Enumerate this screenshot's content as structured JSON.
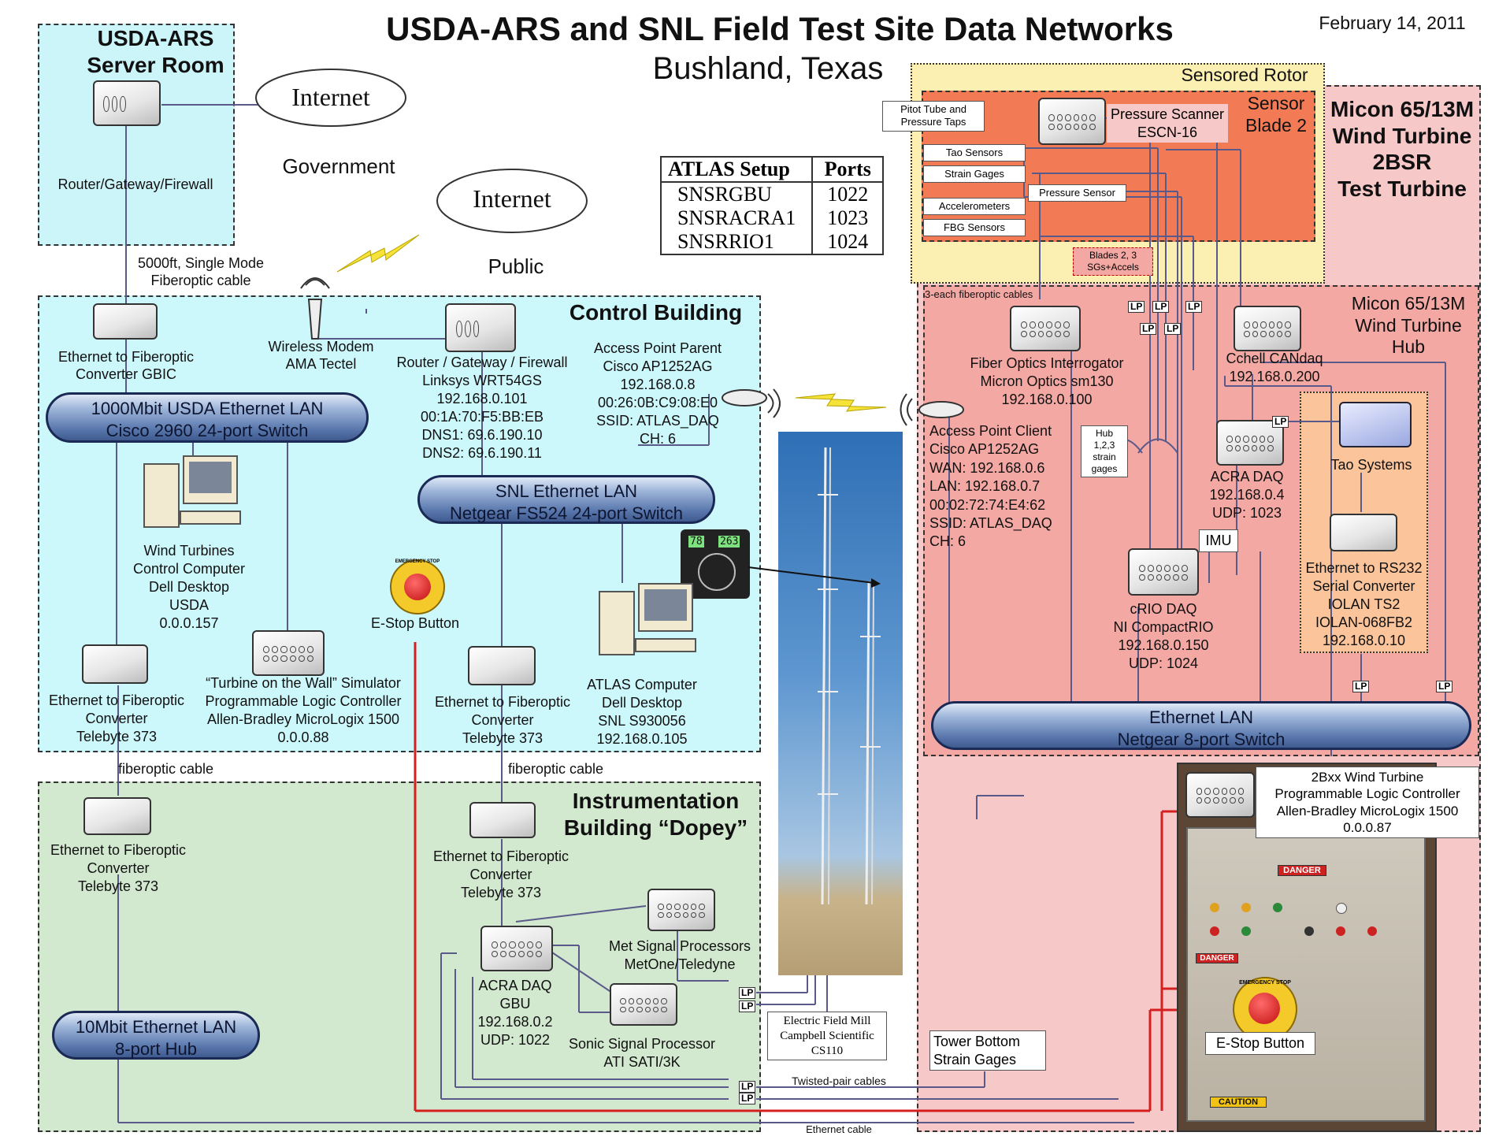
{
  "header": {
    "title": "USDA-ARS and SNL Field Test Site Data Networks",
    "subtitle": "Bushland, Texas",
    "date": "February 14, 2011"
  },
  "zones": {
    "server_room": "USDA-ARS\nServer Room",
    "control_building": "Control Building",
    "instrumentation_building": "Instrumentation\nBuilding “Dopey”",
    "sensored_rotor": "Sensored Rotor",
    "sensor_blade": "Sensor\nBlade 2",
    "test_turbine": "Micon 65/13M\nWind Turbine\n2BSR\nTest Turbine",
    "hub": "Micon 65/13M\nWind Turbine\nHub"
  },
  "clouds": {
    "gov_internet": "Internet",
    "gov_caption": "Government",
    "pub_internet": "Internet",
    "pub_caption": "Public"
  },
  "labels": {
    "router_server": "Router/Gateway/Firewall",
    "fiber_run": "5000ft, Single Mode\nFiberoptic cable",
    "gbic": "Ethernet to Fiberoptic\nConverter GBIC",
    "wireless_modem": "Wireless Modem\nAMA Tectel",
    "router_ctrl": "Router / Gateway / Firewall\nLinksys WRT54GS\n192.168.0.101\n00:1A:70:F5:BB:EB\nDNS1: 69.6.190.10\nDNS2: 69.6.190.11",
    "ap_parent": "Access Point Parent\nCisco AP1252AG\n192.168.0.8\n00:26:0B:C9:08:E0\nSSID: ATLAS_DAQ\nCH: 6",
    "usda_lan": "1000Mbit USDA Ethernet LAN\nCisco 2960 24-port Switch",
    "snl_lan": "SNL Ethernet LAN\nNetgear FS524 24-port Switch",
    "wt_computer": "Wind Turbines\nControl Computer\nDell Desktop\nUSDA\n0.0.0.157",
    "plc_sim": "“Turbine on the Wall” Simulator\nProgrammable Logic Controller\nAllen-Bradley MicroLogix 1500\n0.0.0.88",
    "conv_left": "Ethernet to Fiberoptic\nConverter\nTelebyte 373",
    "estop_ctrl": "E-Stop Button",
    "estop_badge": "EMERGENCY STOP",
    "conv_mid": "Ethernet to Fiberoptic\nConverter\nTelebyte 373",
    "atlas_computer": "ATLAS Computer\nDell Desktop\nSNL S930056\n192.168.0.105",
    "fiber_cable_left": "fiberoptic cable",
    "fiber_cable_mid": "fiberoptic cable",
    "conv_inst_left": "Ethernet to Fiberoptic\nConverter\nTelebyte 373",
    "conv_inst_mid": "Ethernet to Fiberoptic\nConverter\nTelebyte 373",
    "hub_10mbit": "10Mbit Ethernet LAN\n8-port Hub",
    "met_signal": "Met Signal Processors\nMetOne/Teledyne",
    "acra_gbu": "ACRA DAQ\nGBU\n192.168.0.2\nUDP: 1022",
    "sonic": "Sonic Signal Processor\nATI SATI/3K",
    "field_mill": "Electric Field Mill\nCampbell Scientific\nCS110",
    "twisted_pair": "Twisted-pair cables",
    "ethernet_cable": "Ethernet cable",
    "tower_bottom": "Tower Bottom\nStrain Gages",
    "pitot": "Pitot Tube and\nPressure Taps",
    "pressure_scanner": "Pressure Scanner\nESCN-16",
    "tao_sensors": "Tao Sensors",
    "strain_gages": "Strain Gages",
    "pressure_sensor": "Pressure Sensor",
    "accelerometers": "Accelerometers",
    "fbg_sensors": "FBG Sensors",
    "blades23": "Blades 2, 3\nSGs+Accels",
    "fiber_3each": "3-each fiberoptic cables",
    "interrogator": "Fiber Optics Interrogator\nMicron Optics sm130\n192.168.0.100",
    "cchell": "Cchell CANdaq\n192.168.0.200",
    "ap_client": "Access Point Client\nCisco AP1252AG\nWAN: 192.168.0.6\nLAN: 192.168.0.7\n00:02:72:74:E4:62\nSSID: ATLAS_DAQ\nCH: 6",
    "hub_strain": "Hub\n1,2,3\nstrain\ngages",
    "acra_hub": "ACRA DAQ\n192.168.0.4\nUDP: 1023",
    "imu": "IMU",
    "tao_systems": "Tao Systems",
    "crio": "cRIO DAQ\nNI CompactRIO\n192.168.0.150\nUDP: 1024",
    "rs232": "Ethernet to RS232\nSerial Converter\nIOLAN TS2\nIOLAN-068FB2\n192.168.0.10",
    "turbine_lan": "Ethernet LAN\nNetgear 8-port Switch",
    "plc_2bxx": "2Bxx Wind Turbine\nProgrammable Logic Controller\nAllen-Bradley MicroLogix 1500\n0.0.0.87",
    "estop_turbine": "E-Stop Button",
    "panel_danger": "DANGER",
    "panel_caution": "CAUTION",
    "lp": "LP",
    "display_left": "78",
    "display_right": "263"
  },
  "atlas_table": {
    "headers": [
      "ATLAS Setup",
      "Ports"
    ],
    "rows": [
      [
        "SNSRGBU",
        "1022"
      ],
      [
        "SNSRACRA1",
        "1023"
      ],
      [
        "SNSRRIO1",
        "1024"
      ]
    ]
  },
  "colors": {
    "server_room": "#ccf5fa",
    "control_building": "#ccf7fb",
    "instrumentation": "#d2e9d0",
    "turbine": "#f7c8c8",
    "hub_zone": "#f4a8a3",
    "blade_zone": "#f27b55",
    "rotor_zone": "#fcefb2",
    "tao_zone": "#fbc49a",
    "estop_line": "#d62020",
    "lightning": "#f5e33a"
  }
}
